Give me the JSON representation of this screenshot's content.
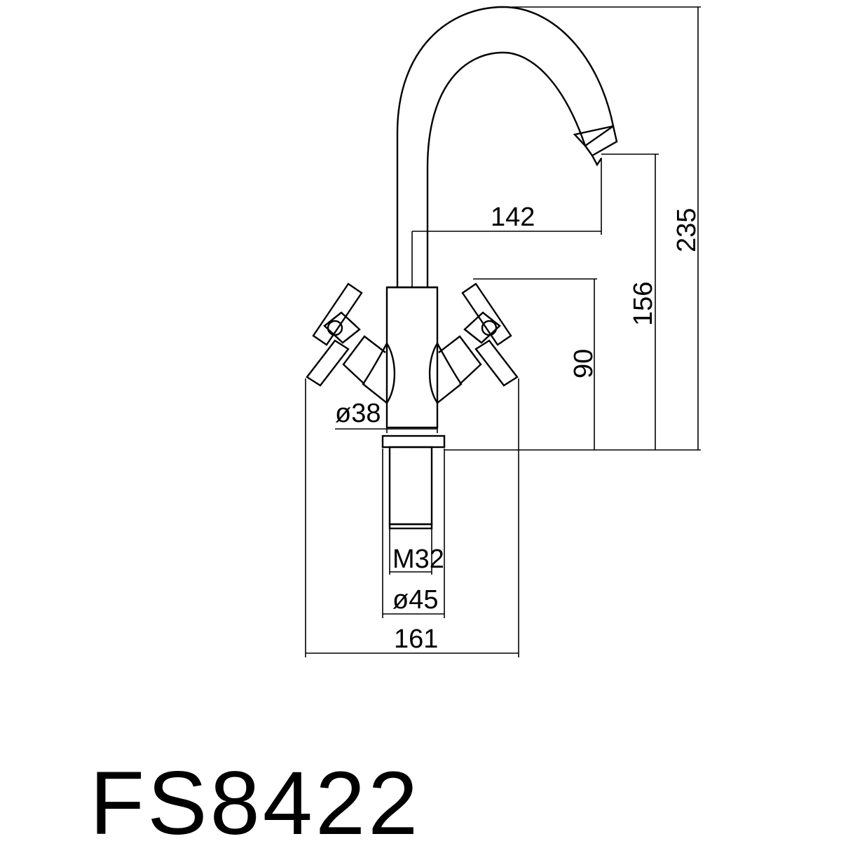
{
  "drawing": {
    "model": "FS8422",
    "dimensions": {
      "spout_reach": "142",
      "total_height": "235",
      "spout_outlet_height": "156",
      "handle_height": "90",
      "body_diameter": "ø38",
      "thread": "M32",
      "base_diameter": "ø45",
      "overall_width": "161"
    },
    "colors": {
      "line": "#000000",
      "background": "#ffffff"
    }
  }
}
